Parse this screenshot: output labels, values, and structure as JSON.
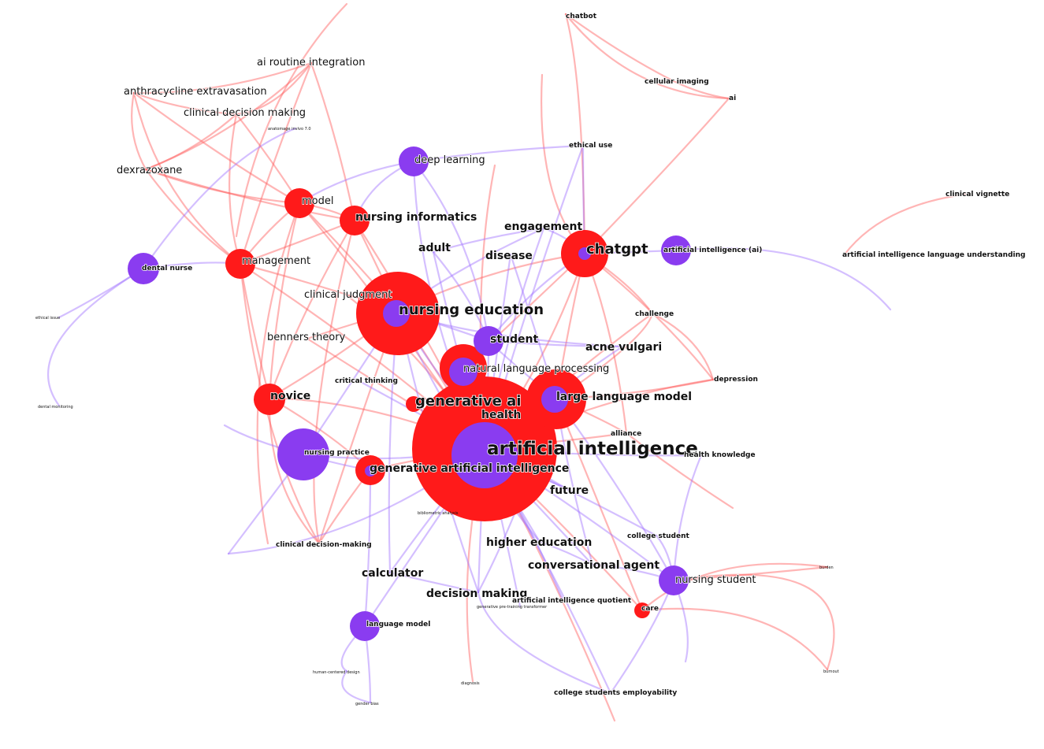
{
  "colors": {
    "cluster_a": "#ff1a1a",
    "cluster_b": "#8a3cf0",
    "edge_a": "#ff5a5a",
    "edge_b": "#a070ff"
  },
  "nodes": {
    "artificial_intelligence": "artificial intelligence",
    "nursing_education": "nursing education",
    "chatgpt": "chatgpt",
    "generative_ai": "generative ai",
    "large_language_model": "large language model",
    "natural_language_processing": "natural language processing",
    "generative_artificial_intelligence": "generative artificial intelligence",
    "health": "health",
    "nursing_informatics": "nursing informatics",
    "engagement": "engagement",
    "disease": "disease",
    "adult": "adult",
    "student": "student",
    "acne_vulgari": "acne vulgari",
    "future": "future",
    "higher_education": "higher education",
    "conversational_agent": "conversational agent",
    "calculator": "calculator",
    "decision_making": "decision making",
    "novice": "novice",
    "model": "model",
    "management": "management",
    "deep_learning": "deep learning",
    "nursing_student": "nursing student",
    "clinical_judgment": "clinical judgment",
    "benners_theory": "benners theory",
    "ai_routine_integration": "ai routine integration",
    "anthracycline_extravasation": "anthracycline extravasation",
    "clinical_decision_making": "clinical decision making",
    "dexrazoxane": "dexrazoxane",
    "nursing_practice": "nursing practice",
    "dental_nurse": "dental nurse",
    "artificial_intelligence_ai": "artificial intelligence (ai)",
    "ai_language_understanding": "artificial intelligence language understanding",
    "clinical_vignette": "clinical vignette",
    "chatbot": "chatbot",
    "cellular_imaging": "cellular imaging",
    "ai": "ai",
    "ethical_use": "ethical use",
    "challenge": "challenge",
    "depression": "depression",
    "alliance": "alliance",
    "health_knowledge": "health knowledge",
    "critical_thinking": "critical thinking",
    "clinical_decision_making_2": "clinical decision-making",
    "language_model": "language model",
    "college_student": "college student",
    "ai_quotient": "artificial intelligence quotient",
    "generative_pretraining": "generative pre-training transformer",
    "care": "care",
    "burden": "burden",
    "burnout": "burnout",
    "college_students_employability": "college students employability",
    "diagnosis": "diagnosis",
    "human_centered_design": "human-centered design",
    "gender_bias": "gender bias",
    "ethical_issue": "ethical issue",
    "dental_monitoring": "dental monitoring",
    "bibliometric_analysis": "bibliometric analysis",
    "anatomage": "anatomage invivo 7.0"
  }
}
